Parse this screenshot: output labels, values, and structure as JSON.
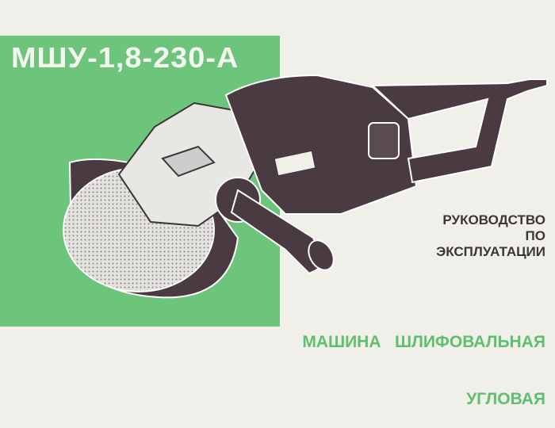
{
  "model": "МШУ-1,8-230-А",
  "subtitle": {
    "line1": "РУКОВОДСТВО",
    "line2": "ПО",
    "line3": "ЭКСПЛУАТАЦИИ"
  },
  "product": {
    "line1": "МАШИНА   ШЛИФОВАЛЬНАЯ",
    "line2": "УГЛОВАЯ"
  },
  "colors": {
    "green": "#6dc47b",
    "body": "#4a3a42"
  }
}
